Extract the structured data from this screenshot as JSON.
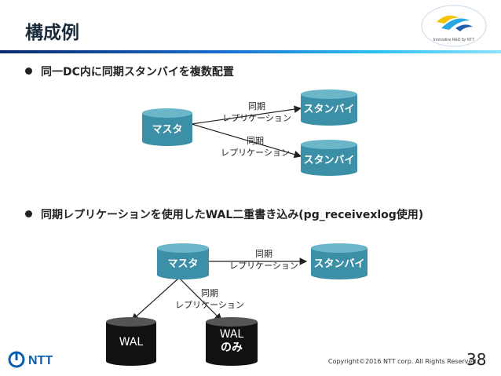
{
  "slide": {
    "title": "構成例",
    "page_number": "38",
    "copyright": "Copyright©2016  NTT corp. All Rights Reserved.",
    "brand_tagline": "Innovative R&D by NTT",
    "footer_logo": "NTT"
  },
  "section1": {
    "bullet": "同一DC内に同期スタンバイを複数配置",
    "master": "マスタ",
    "standby1": "スタンバイ",
    "standby2": "スタンバイ",
    "edge1": {
      "line1": "同期",
      "line2": "レプリケーション"
    },
    "edge2": {
      "line1": "同期",
      "line2": "レプリケーション"
    }
  },
  "section2": {
    "bullet": "同期レプリケーションを使用したWAL二重書き込み(pg_receivexlog使用)",
    "master": "マスタ",
    "standby": "スタンバイ",
    "wal": "WAL",
    "wal_only": {
      "line1": "WAL",
      "line2": "のみ"
    },
    "edge1": {
      "line1": "同期",
      "line2": "レプリケーション"
    },
    "edge2": {
      "line1": "同期",
      "line2": "レプリケーション"
    }
  },
  "colors": {
    "db_teal": "#3b8fa6",
    "db_black": "#111111",
    "accent_blue": "#1a6fd0"
  }
}
